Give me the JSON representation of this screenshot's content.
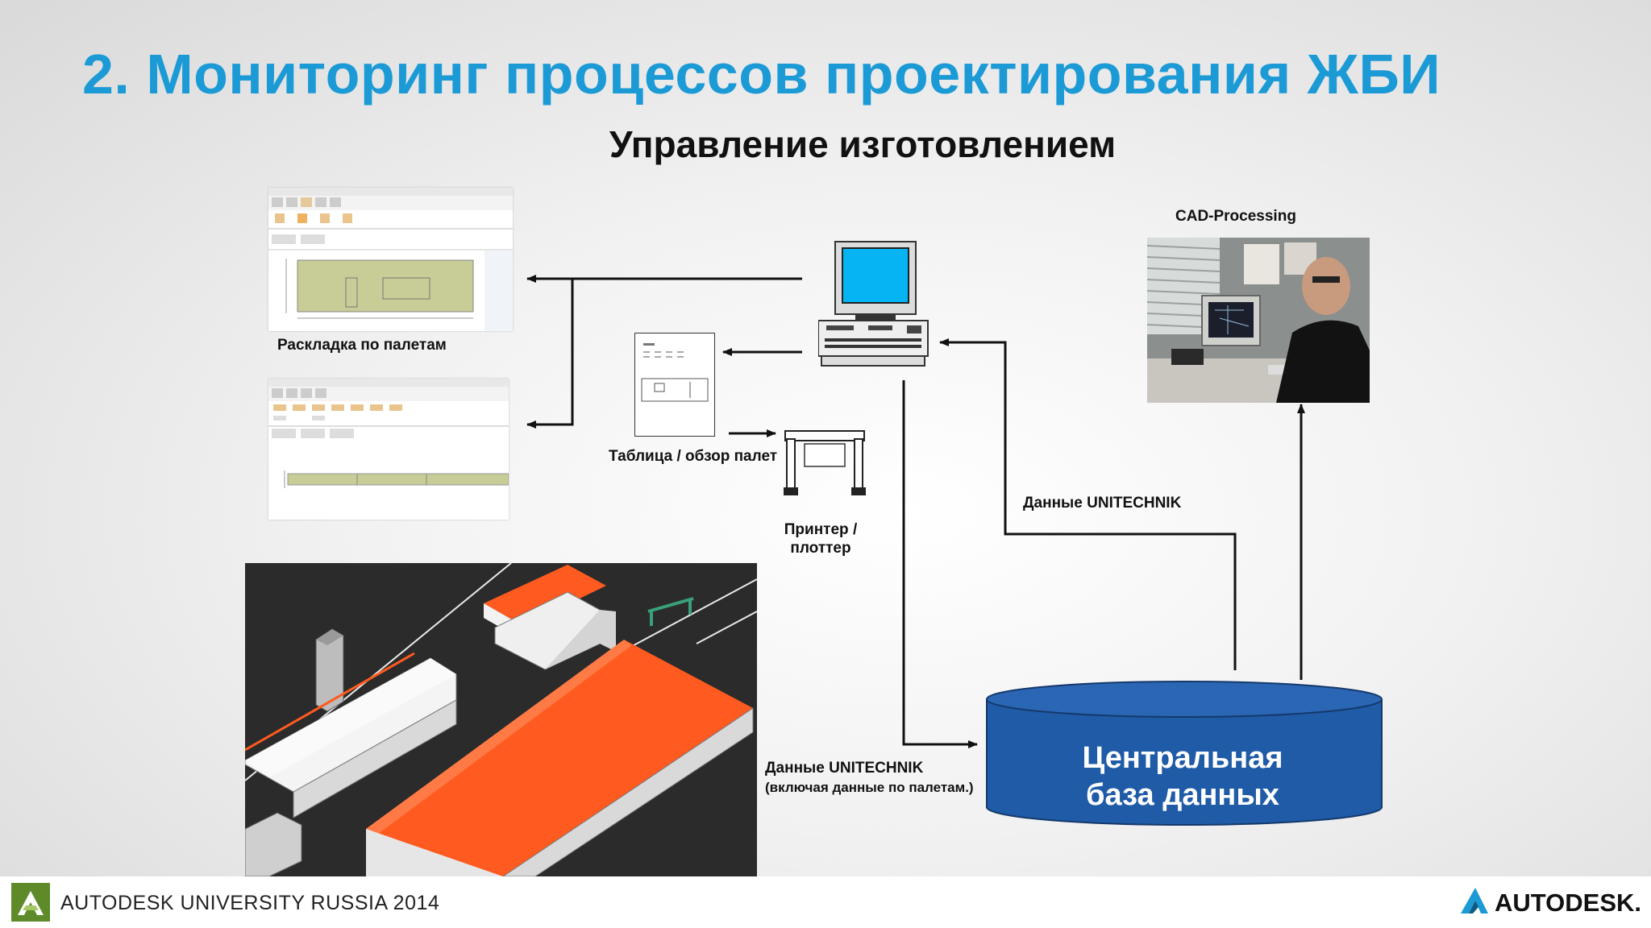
{
  "slide": {
    "title": "2. Мониторинг процессов проектирования ЖБИ",
    "subtitle": "Управление изготовлением"
  },
  "labels": {
    "pallet_layout": "Раскладка по палетам",
    "pallet_table": "Таблица / обзор палет",
    "printer_line1": "Принтер /",
    "printer_line2": "плоттер",
    "cad_processing": "CAD-Processing",
    "data_unitechnik": "Данные UNITECHNIK",
    "data_unitechnik_pallets_line1": "Данные UNITECHNIK",
    "data_unitechnik_pallets_line2": "(включая данные по палетам.)"
  },
  "database": {
    "line1": "Центральная",
    "line2": "база данных"
  },
  "footer": {
    "event": "AUTODESK UNIVERSITY RUSSIA 2014",
    "brand": "AUTODESK."
  },
  "colors": {
    "title": "#1b9ad6",
    "database_fill": "#1f5ba6",
    "roof_orange": "#ff5a1f",
    "ground_dark": "#2b2b2b"
  }
}
